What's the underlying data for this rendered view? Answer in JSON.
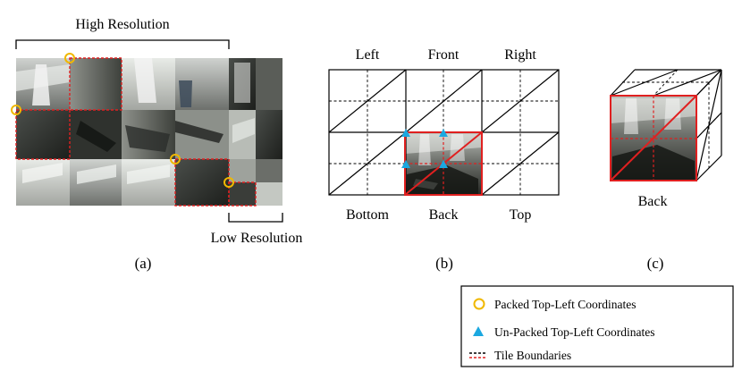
{
  "panel_a": {
    "top_label": "High Resolution",
    "bottom_label": "Low Resolution",
    "caption": "(a)"
  },
  "panel_b": {
    "face_labels": {
      "left": "Left",
      "front": "Front",
      "right": "Right",
      "bottom": "Bottom",
      "back": "Back",
      "top": "Top"
    },
    "caption": "(b)"
  },
  "panel_c": {
    "face_label": "Back",
    "caption": "(c)"
  },
  "legend": {
    "items": [
      {
        "label": "Packed Top-Left Coordinates",
        "marker": "circle-outline",
        "color": "#f0b800"
      },
      {
        "label": "Un-Packed Top-Left Coordinates",
        "marker": "triangle",
        "color": "#1ba8e0"
      },
      {
        "label": "Tile Boundaries",
        "marker": "dashed-lines",
        "color": "#e02020"
      }
    ]
  },
  "colors": {
    "highlight_red": "#e02020",
    "packed_yellow": "#f0b800",
    "unpacked_blue": "#1ba8e0"
  }
}
